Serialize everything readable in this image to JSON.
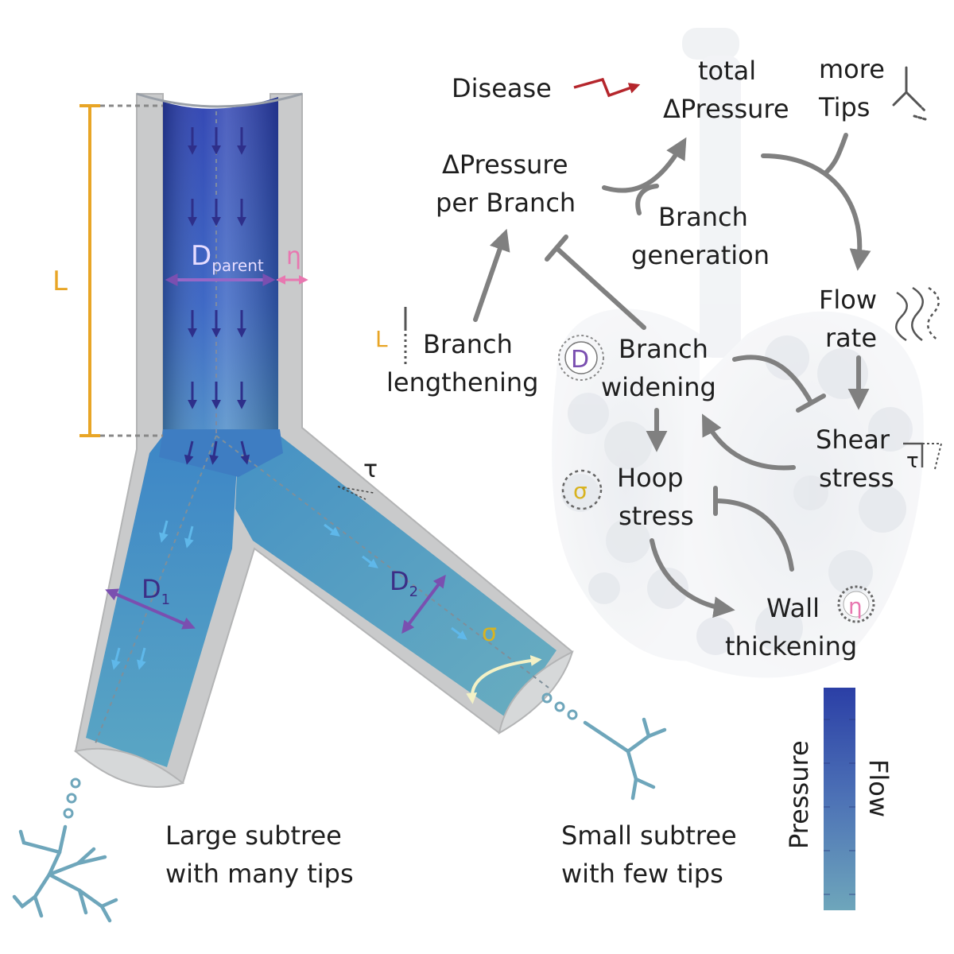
{
  "vessel": {
    "length_symbol": "L",
    "parent_diameter": "D",
    "parent_diameter_sub": "parent",
    "wall_symbol": "η",
    "shear_symbol": "τ",
    "d1": "D",
    "d1_sub": "1",
    "d2": "D",
    "d2_sub": "2",
    "hoop_symbol": "σ"
  },
  "captions": {
    "large_line1": "Large subtree",
    "large_line2": "with many tips",
    "small_line1": "Small subtree",
    "small_line2": "with few tips"
  },
  "colorbar": {
    "label_pressure": "Pressure",
    "label_flow": "Flow",
    "top_color": "#2b3fa6",
    "bottom_color": "#6ea6bb"
  },
  "network": {
    "disease": "Disease",
    "total_dp_line1": "total",
    "total_dp_line2": "ΔPressure",
    "more_tips_line1": "more",
    "more_tips_line2": "Tips",
    "dp_branch_line1": "ΔPressure",
    "dp_branch_line2": "per Branch",
    "branch_gen_line1": "Branch",
    "branch_gen_line2": "generation",
    "flow_rate_line1": "Flow",
    "flow_rate_line2": "rate",
    "lengthening_line1": "Branch",
    "lengthening_line2": "lengthening",
    "lengthening_symbol": "L",
    "widening_line1": "Branch",
    "widening_line2": "widening",
    "widening_symbol": "D",
    "shear_line1": "Shear",
    "shear_line2": "stress",
    "shear_symbol": "τ",
    "hoop_line1": "Hoop",
    "hoop_line2": "stress",
    "hoop_symbol": "σ",
    "wall_line1": "Wall",
    "wall_line2": "thickening",
    "wall_symbol": "η"
  },
  "colors": {
    "length_orange": "#e8a526",
    "diameter_purple": "#7a4fb0",
    "wall_pink": "#e877b0",
    "hoop_gold": "#d8b320",
    "disease_red": "#b5262c",
    "arrow_grey": "#808080"
  }
}
